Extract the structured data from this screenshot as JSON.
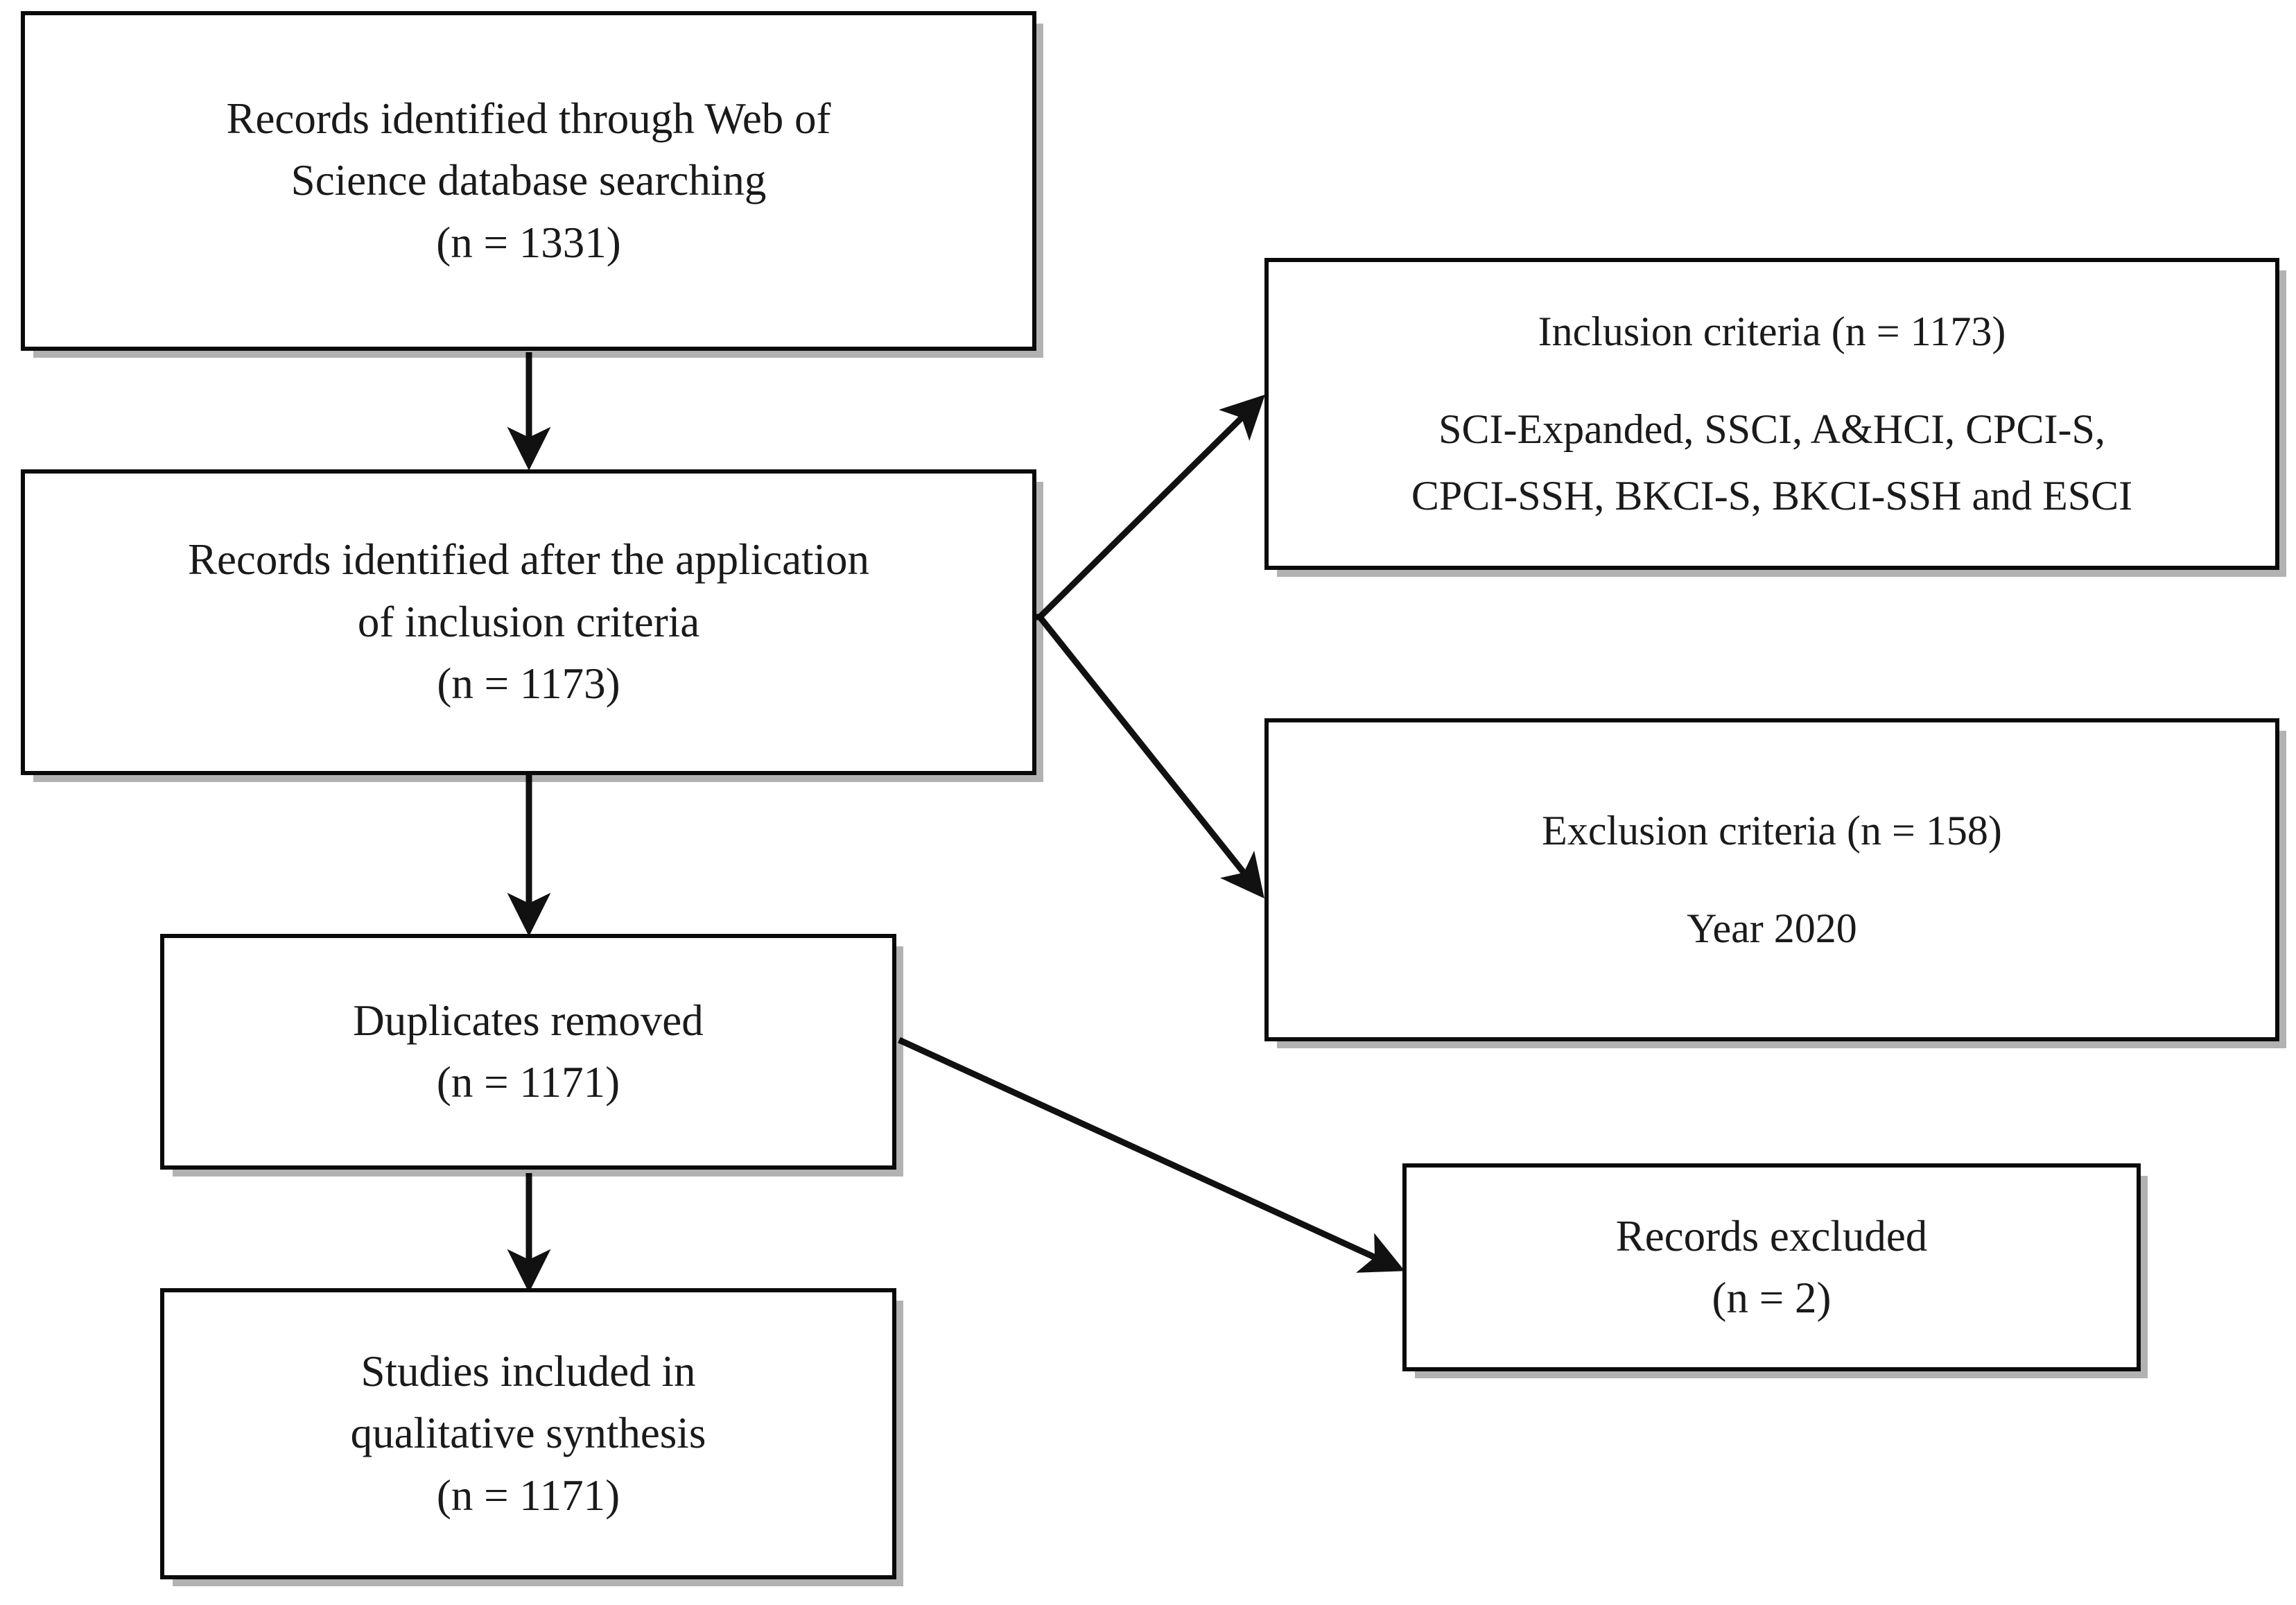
{
  "diagram": {
    "title": "PRISMA study selection flow diagram",
    "type": "flowchart",
    "colors": {
      "box_border": "#0a0a0a",
      "box_fill": "#ffffff",
      "text": "#1a1a1a",
      "arrow": "#111111",
      "shadow": "#b0b0b0"
    },
    "nodes": [
      {
        "id": "records-identified",
        "lines": [
          "Records identified through Web of",
          "Science database searching",
          "(n = 1331)"
        ],
        "n": 1331
      },
      {
        "id": "records-after-inclusion",
        "lines": [
          "Records identified after the application",
          "of inclusion criteria",
          "(n = 1173)"
        ],
        "n": 1173
      },
      {
        "id": "inclusion-criteria",
        "lines": [
          "Inclusion criteria (n = 1173)",
          "SCI-Expanded, SSCI, A&HCI, CPCI-S,",
          "CPCI-SSH, BKCI-S, BKCI-SSH and ESCI"
        ],
        "n": 1173
      },
      {
        "id": "exclusion-criteria",
        "lines": [
          "Exclusion criteria (n = 158)",
          "Year 2020"
        ],
        "n": 158
      },
      {
        "id": "duplicates-removed",
        "lines": [
          "Duplicates removed",
          "(n = 1171)"
        ],
        "n": 1171
      },
      {
        "id": "records-excluded",
        "lines": [
          "Records excluded",
          "(n = 2)"
        ],
        "n": 2
      },
      {
        "id": "studies-included",
        "lines": [
          "Studies included in",
          "qualitative synthesis",
          "(n = 1171)"
        ],
        "n": 1171
      }
    ],
    "edges": [
      {
        "from": "records-identified",
        "to": "records-after-inclusion",
        "style": "vertical-arrow"
      },
      {
        "from": "records-after-inclusion",
        "to": "inclusion-criteria",
        "style": "diagonal-arrow-up-right"
      },
      {
        "from": "records-after-inclusion",
        "to": "exclusion-criteria",
        "style": "diagonal-arrow-down-right"
      },
      {
        "from": "records-after-inclusion",
        "to": "duplicates-removed",
        "style": "vertical-arrow"
      },
      {
        "from": "duplicates-removed",
        "to": "records-excluded",
        "style": "diagonal-arrow-down-right"
      },
      {
        "from": "duplicates-removed",
        "to": "studies-included",
        "style": "vertical-arrow"
      }
    ]
  }
}
